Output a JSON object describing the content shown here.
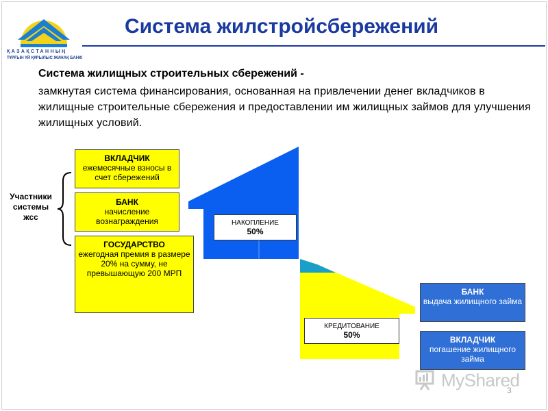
{
  "logo": {
    "line1": "ҚАЗАҚСТАННЫҢ",
    "line2": "ТҰРҒЫН ҮЙ ҚҰРЫЛЫС ЖИНАҚ БАНКІ",
    "colors": {
      "sun": "#f4d21a",
      "roof": "#1a7fd0"
    }
  },
  "slide": {
    "title": "Система жилстройсбережений",
    "definition": {
      "term": "Система жилищных строительных сбережений -",
      "text": "замкнутая система финансирования, основанная на привлечении денег вкладчиков в жилищные строительные сбережения и предоставлении им жилищных займов для улучшения жилищных условий."
    },
    "participants_label": "Участники системы жсс",
    "participants": [
      {
        "title": "ВКЛАДЧИК",
        "text": "ежемесячные взносы в счет сбережений"
      },
      {
        "title": "БАНК",
        "text": "начисление вознаграждения"
      },
      {
        "title": "ГОСУДАРСТВО",
        "text": "ежегодная премия в размере 20% на сумму, не превышающую 200 МРП"
      }
    ],
    "saving": {
      "label": "НАКОПЛЕНИЕ",
      "value": "50%"
    },
    "crediting": {
      "label": "КРЕДИТОВАНИЕ",
      "value": "50%"
    },
    "bank_box": {
      "title": "БАНК",
      "text": "выдача жилищного займа"
    },
    "depositor_box": {
      "title": "ВКЛАДЧИК",
      "text": "погашение жилищного займа"
    },
    "page_number": "3",
    "watermark": "MyShared",
    "colors": {
      "title": "#1a3aa0",
      "house_blue": "#0a5ff0",
      "house_yellow": "#ffff00",
      "box_blue": "#2f6fd6"
    }
  }
}
